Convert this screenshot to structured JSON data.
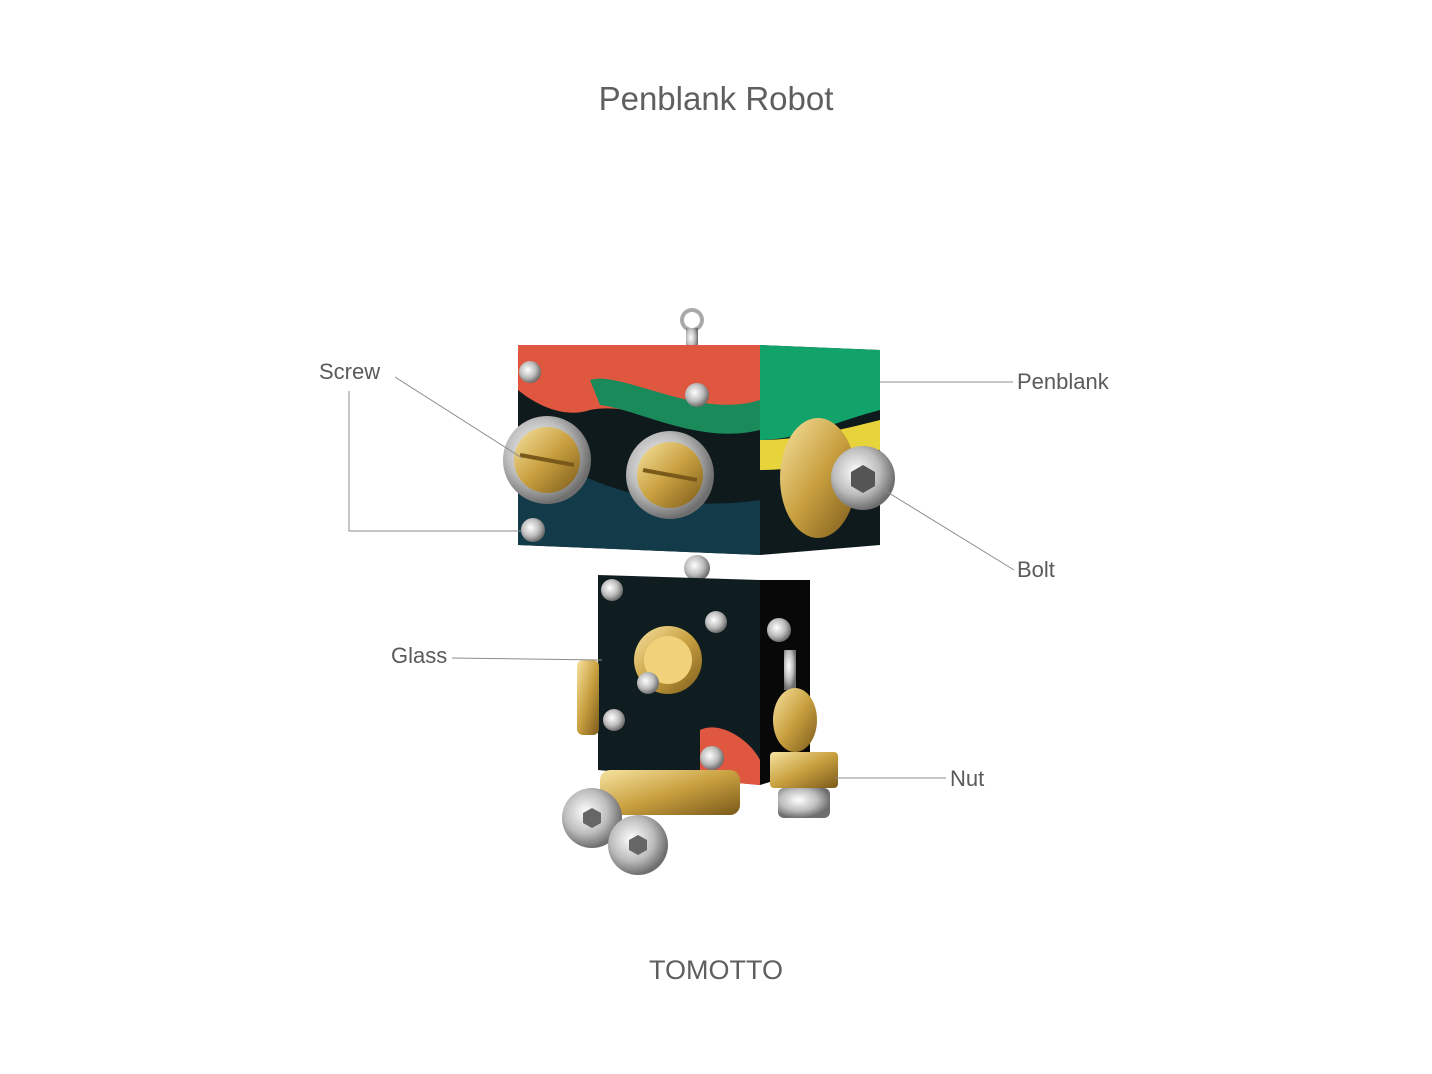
{
  "title": "Penblank Robot",
  "brand": "TOMOTTO",
  "labels": {
    "screw": "Screw",
    "penblank": "Penblank",
    "bolt": "Bolt",
    "glass": "Glass",
    "nut": "Nut"
  },
  "colors": {
    "text": "#5a5a5a",
    "leader": "#8c8c8c"
  }
}
